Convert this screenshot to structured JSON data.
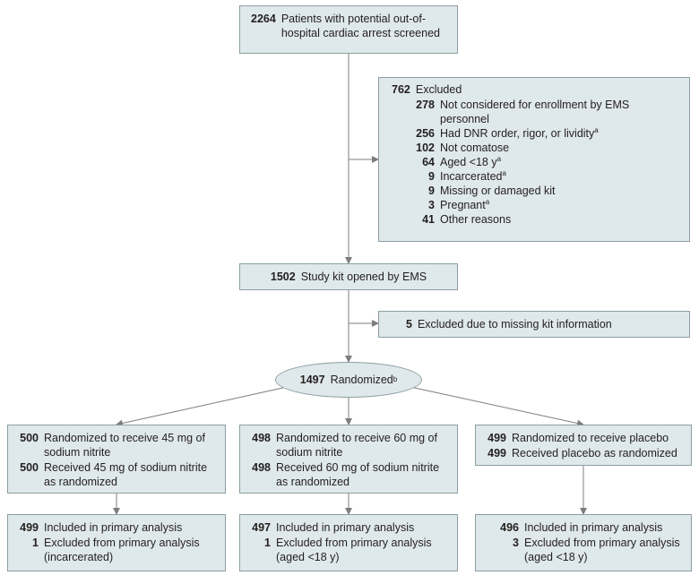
{
  "screened": {
    "count": "2264",
    "text": "Patients with potential out-of-hospital cardiac arrest screened"
  },
  "excluded_initial": {
    "count": "762",
    "label": "Excluded",
    "reasons": [
      {
        "count": "278",
        "text": "Not considered for enrollment by EMS personnel",
        "sup": ""
      },
      {
        "count": "256",
        "text": "Had DNR order, rigor, or lividity",
        "sup": "a"
      },
      {
        "count": "102",
        "text": "Not comatose",
        "sup": ""
      },
      {
        "count": "64",
        "text": "Aged <18 y",
        "sup": "a"
      },
      {
        "count": "9",
        "text": "Incarcerated",
        "sup": "a"
      },
      {
        "count": "9",
        "text": "Missing or damaged kit",
        "sup": ""
      },
      {
        "count": "3",
        "text": "Pregnant",
        "sup": "a"
      },
      {
        "count": "41",
        "text": "Other reasons",
        "sup": ""
      }
    ]
  },
  "kit_opened": {
    "count": "1502",
    "text": "Study kit opened by EMS"
  },
  "excluded_kit": {
    "count": "5",
    "text": "Excluded due to missing kit information"
  },
  "randomized": {
    "count": "1497",
    "text": "Randomized",
    "sup": "b"
  },
  "arms": [
    {
      "randomized_count": "500",
      "randomized_text": "Randomized to receive 45 mg of sodium nitrite",
      "received_count": "500",
      "received_text": "Received 45 mg of sodium nitrite as randomized",
      "included_count": "499",
      "included_text": "Included in primary analysis",
      "excluded_count": "1",
      "excluded_text": "Excluded from primary analysis (incarcerated)"
    },
    {
      "randomized_count": "498",
      "randomized_text": "Randomized to receive 60 mg of sodium nitrite",
      "received_count": "498",
      "received_text": "Received 60 mg of sodium nitrite as randomized",
      "included_count": "497",
      "included_text": "Included in primary analysis",
      "excluded_count": "1",
      "excluded_text": "Excluded from primary analysis (aged <18 y)"
    },
    {
      "randomized_count": "499",
      "randomized_text": "Randomized to receive placebo",
      "received_count": "499",
      "received_text": "Received placebo as randomized",
      "included_count": "496",
      "included_text": "Included in primary analysis",
      "excluded_count": "3",
      "excluded_text": "Excluded from primary analysis (aged <18 y)"
    }
  ],
  "colors": {
    "box_fill": "#dfe8ea",
    "box_border": "#8c9ea3",
    "connector": "#7d7d7d",
    "text": "#231f20"
  }
}
